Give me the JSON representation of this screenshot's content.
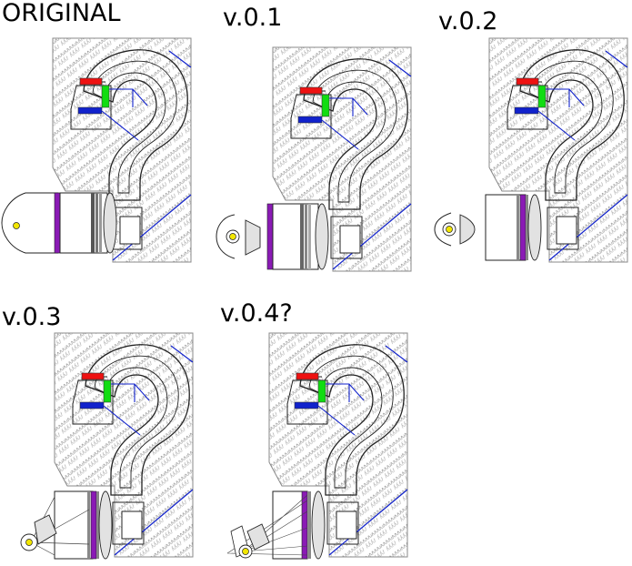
{
  "panels": [
    {
      "label": "ORIGINAL",
      "light_variant": "original"
    },
    {
      "label": "v.0.1",
      "light_variant": "v01"
    },
    {
      "label": "v.0.2",
      "light_variant": "v02"
    },
    {
      "label": "v.0.3",
      "light_variant": "v03"
    },
    {
      "label": "v.0.4?",
      "light_variant": "v04"
    }
  ],
  "colors": {
    "red": "#ee1111",
    "green": "#11dd11",
    "blue": "#1122cc",
    "purple": "#8a1ab5",
    "yellow": "#f2e600",
    "lens_fill": "#e2e2e2",
    "hatch": "#9a9a9a"
  }
}
